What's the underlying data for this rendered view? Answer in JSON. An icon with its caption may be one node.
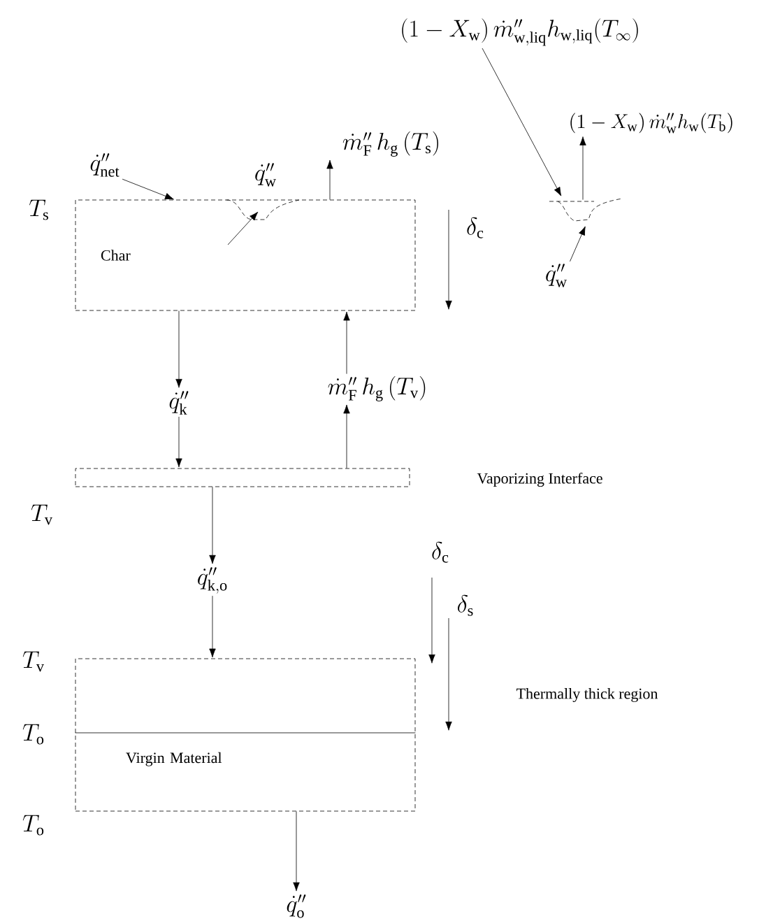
{
  "diagram": {
    "nodes": [
      {
        "text": [
          "Char"
        ]
      },
      {
        "text": [
          "\\dot{q}''_{\\mathrm{net}}"
        ]
      },
      {
        "text": [
          "\\dot{m}''_{\\mathrm{F}}\\,h_{\\mathrm{g}}\\,(T_{\\mathrm{s}})"
        ]
      },
      {
        "text": [
          "\\dot{q}''_{\\mathrm{k}}"
        ]
      },
      {
        "text": [
          "\\dot{m}''_{\\mathrm{F}}\\,h_{\\mathrm{g}}\\,(T_{\\mathrm{v}})"
        ]
      },
      {
        "text": [],
        "shape": "box"
      },
      {
        "text": [
          "\\dot{q}''_{\\mathrm{k,o}}"
        ]
      },
      {
        "text": [
          "Virgin Material"
        ]
      },
      {
        "text": [
          "\\dot{q}''_{\\mathrm{o}}"
        ]
      },
      {
        "text": [
          "(1-X_{\\mathrm{w}})\\,\\dot{m}''_{\\mathrm{w,liq}}h_{\\mathrm{w,liq}}(T_{\\infty})"
        ]
      },
      {
        "text": [],
        "shape": "droplet"
      },
      {
        "text": [
          "(1-X_{\\mathrm{w}})\\,\\dot{m}''_{\\mathrm{w}}h_{\\mathrm{w}}(T_{\\mathrm{b}})"
        ]
      },
      {
        "text": [
          "\\dot{q}''_{\\mathrm{w}}"
        ]
      }
    ],
    "edges": [
      {
        "from": 1,
        "to": 0,
        "arrow": "to"
      },
      {
        "from": 0,
        "to": 2,
        "arrow": "to"
      },
      {
        "from": 0,
        "to": 3,
        "arrow": "to"
      },
      {
        "from": 4,
        "to": 0,
        "arrow": "to"
      },
      {
        "from": 3,
        "to": 5,
        "arrow": "to"
      },
      {
        "from": 5,
        "to": 4,
        "arrow": "to"
      },
      {
        "from": 5,
        "to": 6,
        "arrow": "to"
      },
      {
        "from": 6,
        "to": 7,
        "arrow": "to"
      },
      {
        "from": 7,
        "to": 8,
        "arrow": "to"
      },
      {
        "from": 9,
        "to": 10,
        "arrow": "to"
      },
      {
        "from": 10,
        "to": 11,
        "arrow": "to"
      },
      {
        "from": 12,
        "to": 10,
        "arrow": "to"
      }
    ],
    "labels": [
      "Vaporizing Interface",
      "\\dot{q}''_{\\mathrm{w}}",
      "T_{\\mathrm{s}}",
      "\\delta_{\\mathrm{c}}",
      "T_{\\mathrm{v}}",
      "\\delta_{\\mathrm{c}}",
      "\\delta_{\\mathrm{s}}",
      "T_{\\mathrm{v}}",
      "Thermally thick region",
      "T_{\\mathrm{o}}",
      "T_{\\mathrm{o}}"
    ]
  }
}
